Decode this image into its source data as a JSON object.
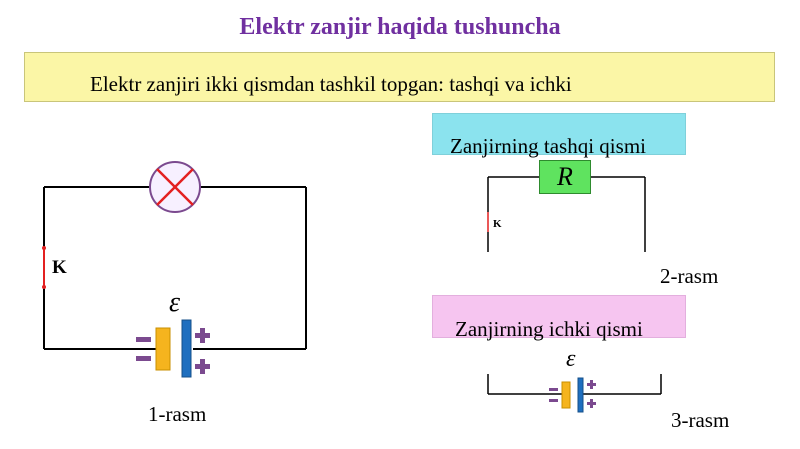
{
  "title": "Elektr zanjir haqida tushuncha",
  "intro": "Elektr zanjiri ikki qismdan tashkil topgan: tashqi va ichki",
  "outer_part_label": "Zanjirning tashqi qismi",
  "inner_part_label": "Zanjirning ichki qismi",
  "figure1": {
    "caption": "1-rasm",
    "switch_label": "K",
    "emf_symbol": "ε"
  },
  "figure2": {
    "caption": "2-rasm",
    "switch_label": "K",
    "resistor_label": "R"
  },
  "figure3": {
    "caption": "3-rasm",
    "emf_symbol": "ε"
  },
  "colors": {
    "title": "#7030a0",
    "intro_bg": "#fbf6a6",
    "outer_bg": "#8be3ee",
    "inner_bg": "#f6c5f0",
    "resistor": "#5fe35f",
    "battery_negative": "#f5b41e",
    "battery_positive": "#1f6fbf",
    "sign_color": "#7b4a8f",
    "lamp_cross": "#e32020",
    "switch": "#e32020"
  }
}
